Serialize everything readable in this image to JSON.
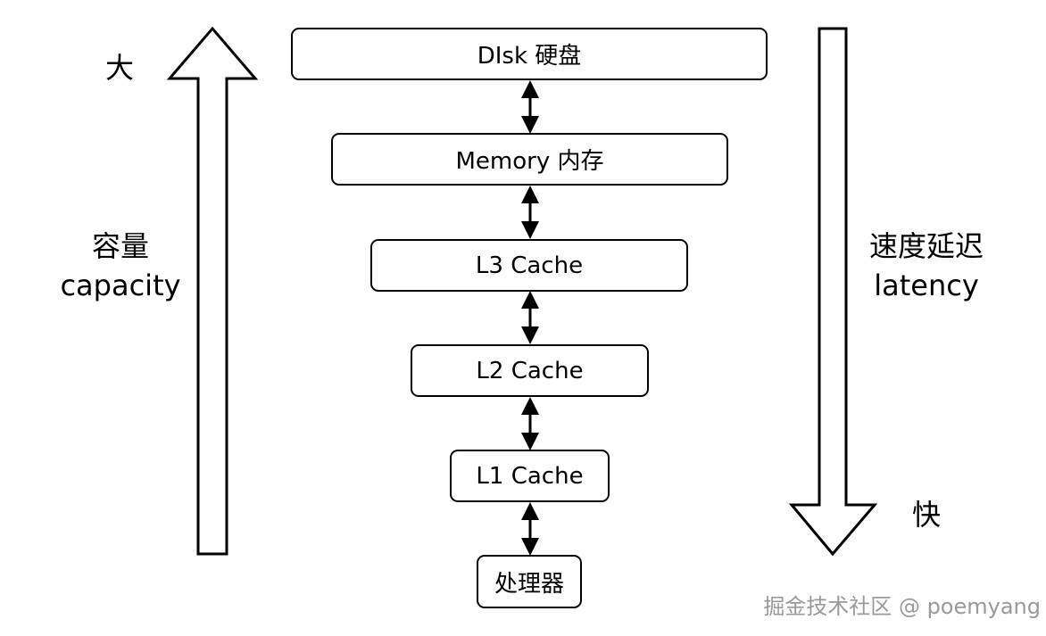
{
  "levels": [
    {
      "label": "DIsk 硬盘"
    },
    {
      "label": "Memory 内存"
    },
    {
      "label": "L3 Cache"
    },
    {
      "label": "L2 Cache"
    },
    {
      "label": "L1 Cache"
    },
    {
      "label": "处理器"
    }
  ],
  "left_axis": {
    "top_label": "大",
    "title_line1": "容量",
    "title_line2": "capacity"
  },
  "right_axis": {
    "title_line1": "速度延迟",
    "title_line2": "latency",
    "bottom_label": "快"
  },
  "watermark": "掘金技术社区 @ poemyang"
}
